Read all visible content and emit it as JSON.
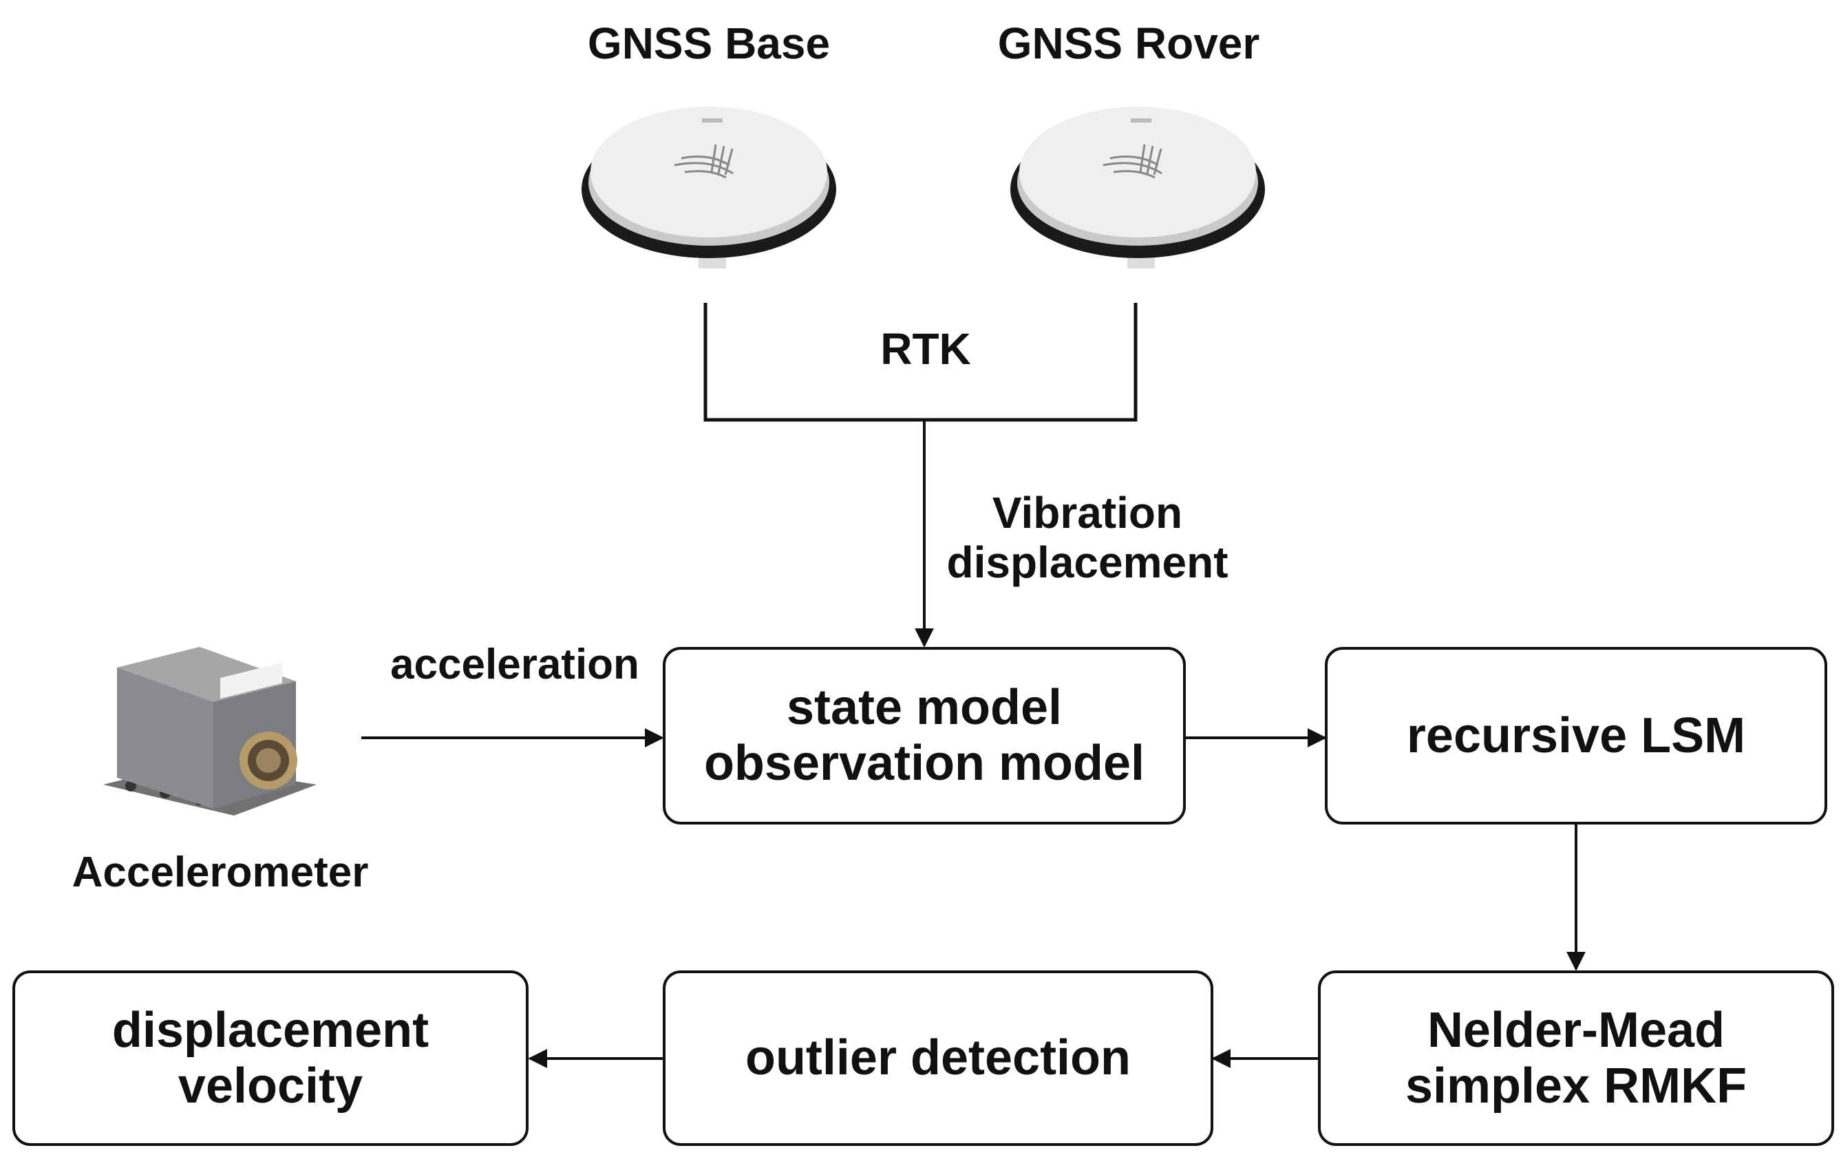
{
  "labels": {
    "gnss_base": "GNSS Base",
    "gnss_rover": "GNSS Rover",
    "rtk": "RTK",
    "vibration_line1": "Vibration",
    "vibration_line2": "displacement",
    "acceleration": "acceleration",
    "accelerometer": "Accelerometer"
  },
  "boxes": {
    "state_model": {
      "line1": "state model",
      "line2": "observation model"
    },
    "recursive_lsm": {
      "line1": "recursive LSM"
    },
    "nelder_mead": {
      "line1": "Nelder-Mead",
      "line2": "simplex RMKF"
    },
    "outlier_detection": {
      "line1": "outlier detection"
    },
    "output": {
      "line1": "displacement",
      "line2": "velocity"
    }
  },
  "colors": {
    "stroke": "#111111",
    "antenna_shell": "#efefef",
    "antenna_rim": "#1a1a1a",
    "sensor_body": "#8a8c8f"
  }
}
